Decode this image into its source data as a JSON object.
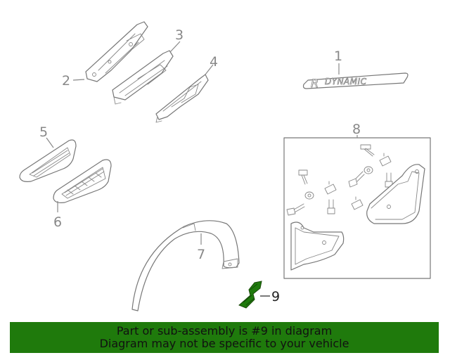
{
  "diagram": {
    "callouts": [
      {
        "id": "1",
        "label": "1"
      },
      {
        "id": "2",
        "label": "2"
      },
      {
        "id": "3",
        "label": "3"
      },
      {
        "id": "4",
        "label": "4"
      },
      {
        "id": "5",
        "label": "5"
      },
      {
        "id": "6",
        "label": "6"
      },
      {
        "id": "7",
        "label": "7"
      },
      {
        "id": "8",
        "label": "8"
      },
      {
        "id": "9",
        "label": "9"
      }
    ],
    "highlighted_part": "9",
    "highlight_color": "#1f7a0c",
    "badge_text": "DYNAMIC",
    "badge_mark": "R"
  },
  "banner": {
    "line1": "Part or sub-assembly is #9 in diagram",
    "line2": "Diagram may not be specific to your vehicle",
    "color": "#1f7a0c"
  }
}
